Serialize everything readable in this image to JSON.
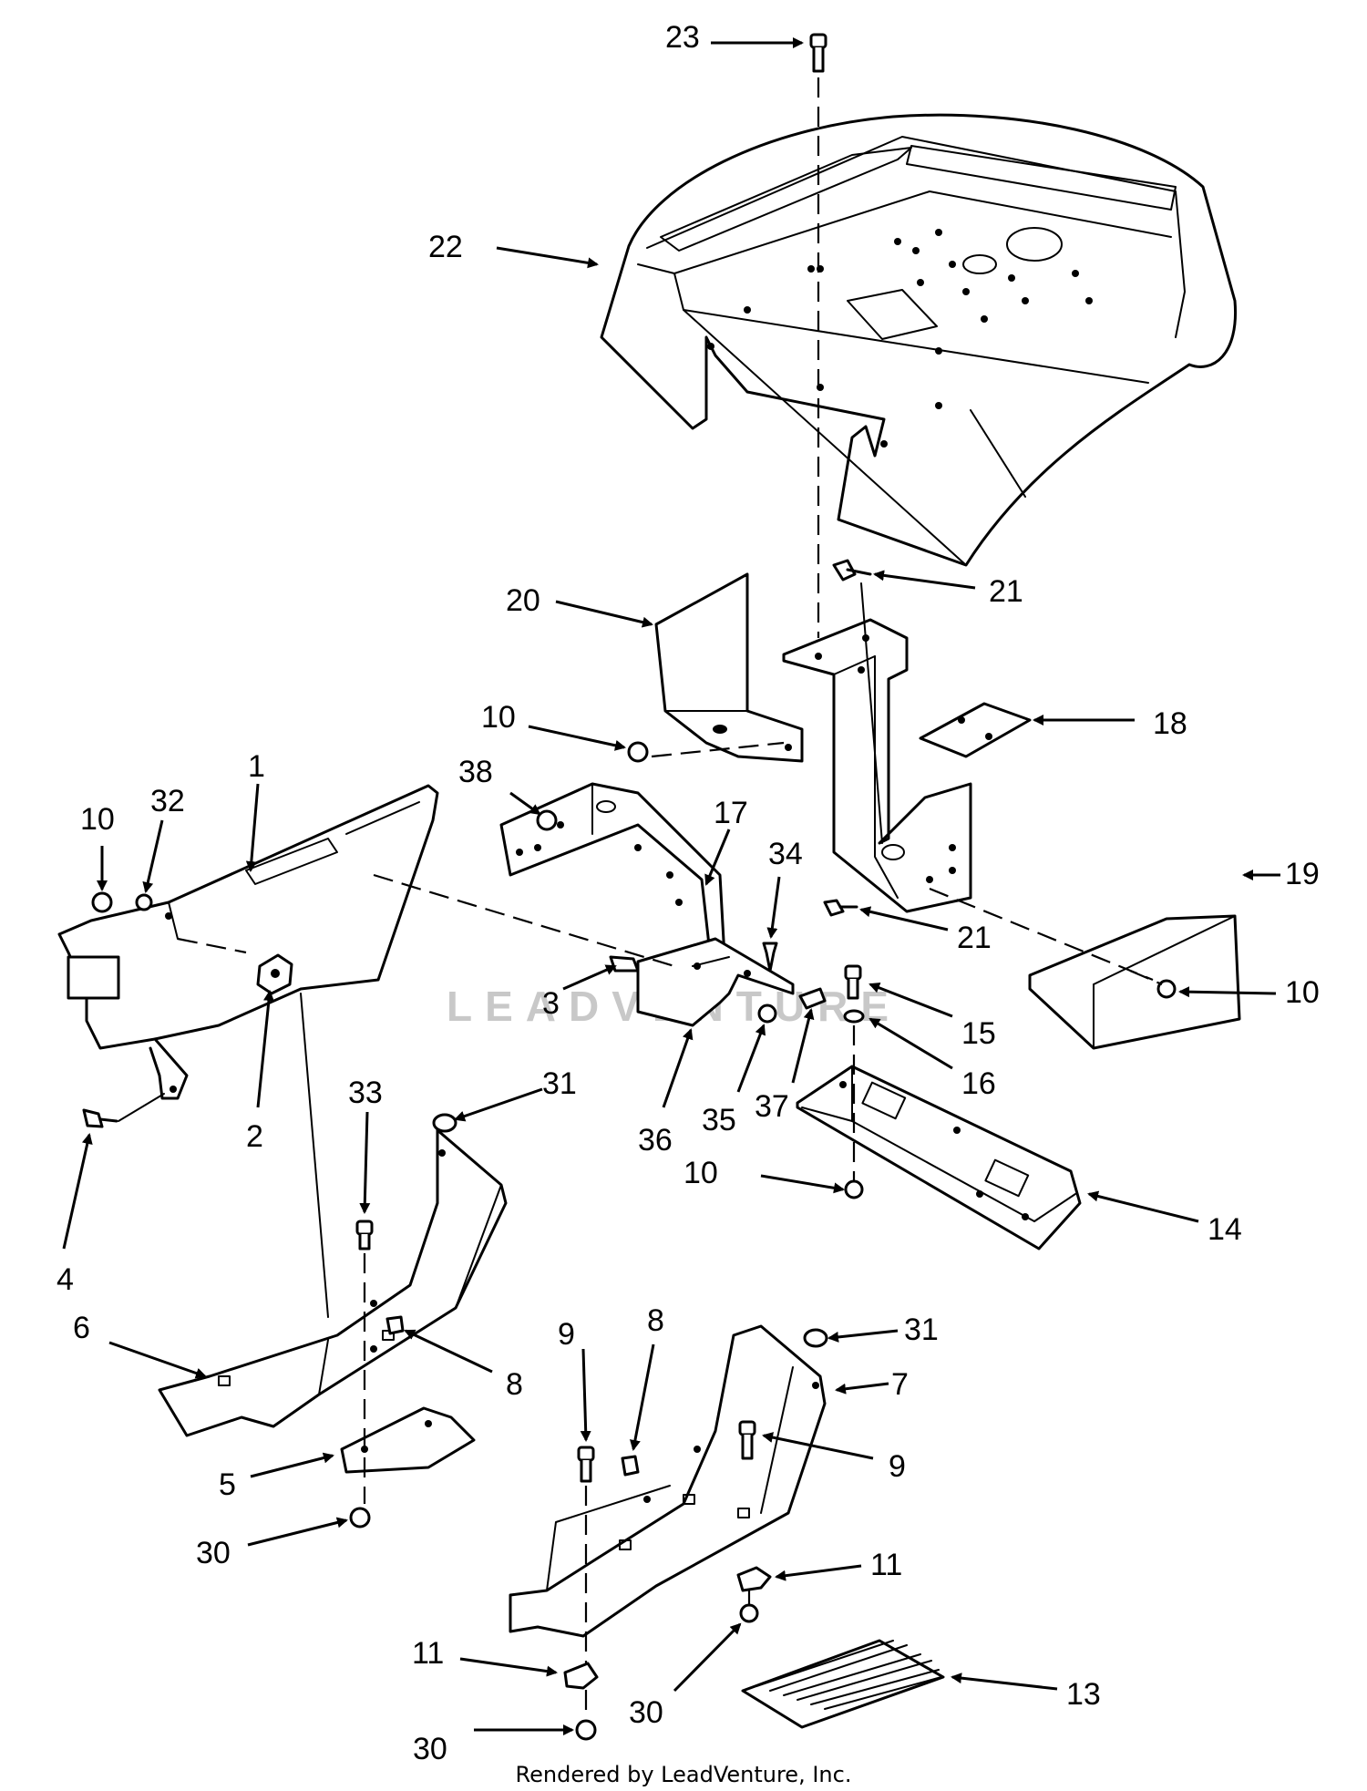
{
  "footer": {
    "rendered_by": "Rendered by LeadVenture, Inc."
  },
  "watermark": {
    "text": "LEADVENTURE"
  },
  "callouts": [
    "23",
    "22",
    "21",
    "20",
    "18",
    "10",
    "38",
    "17",
    "1",
    "32",
    "10",
    "34",
    "19",
    "21",
    "3",
    "10",
    "15",
    "16",
    "2",
    "33",
    "31",
    "36",
    "35",
    "37",
    "10",
    "14",
    "4",
    "6",
    "8",
    "8",
    "31",
    "7",
    "9",
    "9",
    "5",
    "30",
    "11",
    "11",
    "13",
    "30",
    "30"
  ]
}
